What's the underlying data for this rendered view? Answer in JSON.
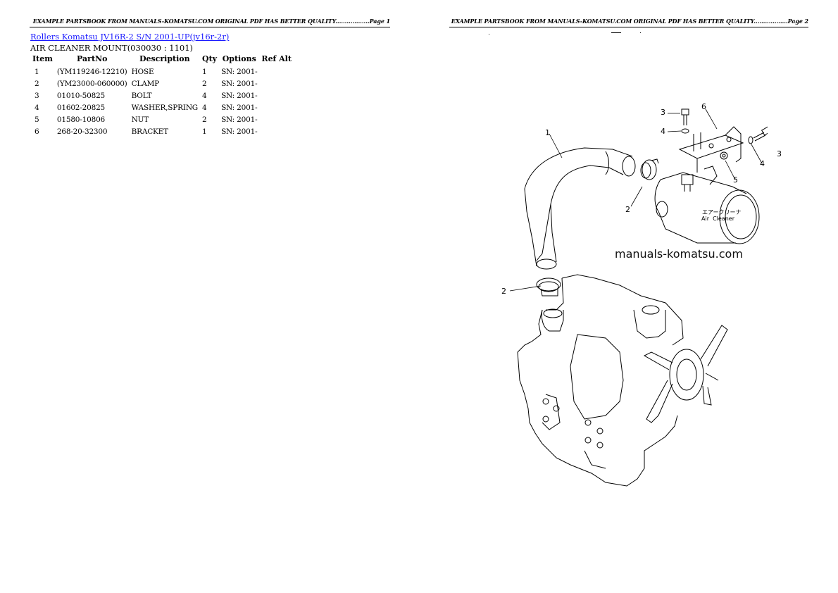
{
  "headers": {
    "left": "EXAMPLE PARTSBOOK FROM MANUALS-KOMATSU.COM ORIGINAL PDF HAS BETTER QUALITY..................Page 1",
    "right": "EXAMPLE PARTSBOOK FROM MANUALS-KOMATSU.COM ORIGINAL PDF HAS BETTER QUALITY..................Page 2"
  },
  "title_link": "Rollers Komatsu JV16R-2 S/N 2001-UP(jv16r-2r)",
  "subtitle": "AIR CLEANER MOUNT(030030 : 1101)",
  "table": {
    "columns": [
      "Item",
      "PartNo",
      "Description",
      "Qty",
      "Options",
      "Ref Alt"
    ],
    "rows": [
      {
        "item": "1",
        "partno": "(YM119246-12210)",
        "description": "HOSE",
        "qty": "1",
        "options": "SN: 2001-",
        "ref_alt": ""
      },
      {
        "item": "2",
        "partno": "(YM23000-060000)",
        "description": "CLAMP",
        "qty": "2",
        "options": "SN: 2001-",
        "ref_alt": ""
      },
      {
        "item": "3",
        "partno": "01010-50825",
        "description": "BOLT",
        "qty": "4",
        "options": "SN: 2001-",
        "ref_alt": ""
      },
      {
        "item": "4",
        "partno": "01602-20825",
        "description": "WASHER,SPRING",
        "qty": "4",
        "options": "SN: 2001-",
        "ref_alt": ""
      },
      {
        "item": "5",
        "partno": "01580-10806",
        "description": "NUT",
        "qty": "2",
        "options": "SN: 2001-",
        "ref_alt": ""
      },
      {
        "item": "6",
        "partno": "268-20-32300",
        "description": "BRACKET",
        "qty": "1",
        "options": "SN: 2001-",
        "ref_alt": ""
      }
    ]
  },
  "diagram": {
    "watermark": "manuals-komatsu.com",
    "air_cleaner_label_jp": "エアークリーナ",
    "air_cleaner_label_en": "Air  Cleaner",
    "callouts": [
      "1",
      "2",
      "2",
      "3",
      "3",
      "4",
      "4",
      "5",
      "6"
    ]
  }
}
